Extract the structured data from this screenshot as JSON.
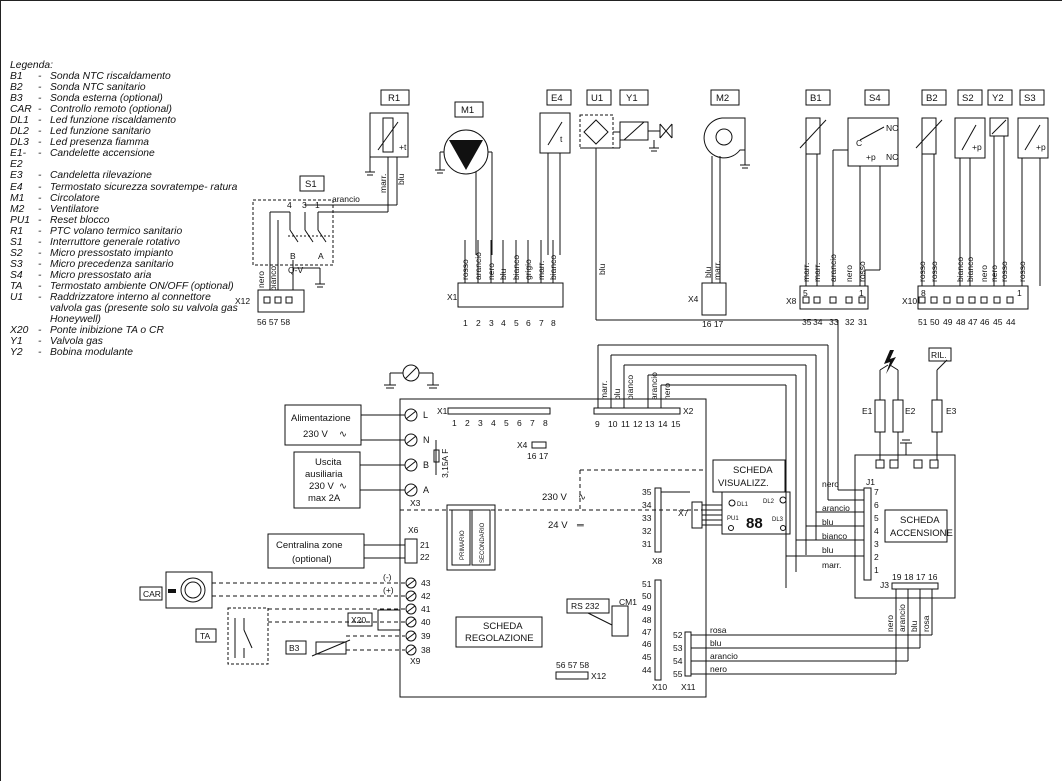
{
  "legend": {
    "title": "Legenda:",
    "items": [
      {
        "code": "B1",
        "desc": "Sonda NTC riscaldamento"
      },
      {
        "code": "B2",
        "desc": "Sonda NTC sanitario"
      },
      {
        "code": "B3",
        "desc": "Sonda esterna (optional)"
      },
      {
        "code": "CAR",
        "desc": "Controllo remoto (optional)"
      },
      {
        "code": "DL1",
        "desc": "Led funzione riscaldamento"
      },
      {
        "code": "DL2",
        "desc": "Led funzione sanitario"
      },
      {
        "code": "DL3",
        "desc": "Led presenza fiamma"
      },
      {
        "code": "E1-E2",
        "desc": "Candelette accensione"
      },
      {
        "code": "E3",
        "desc": "Candeletta rilevazione"
      },
      {
        "code": "E4",
        "desc": "Termostato sicurezza sovratempe- ratura"
      },
      {
        "code": "M1",
        "desc": "Circolatore"
      },
      {
        "code": "M2",
        "desc": "Ventilatore"
      },
      {
        "code": "PU1",
        "desc": "Reset blocco"
      },
      {
        "code": "R1",
        "desc": "PTC volano termico sanitario"
      },
      {
        "code": "S1",
        "desc": "Interruttore generale rotativo"
      },
      {
        "code": "S2",
        "desc": "Micro pressostato impianto"
      },
      {
        "code": "S3",
        "desc": "Micro precedenza sanitario"
      },
      {
        "code": "S4",
        "desc": "Micro pressostato aria"
      },
      {
        "code": "TA",
        "desc": "Termostato ambiente ON/OFF (optional)"
      },
      {
        "code": "U1",
        "desc": "Raddrizzatore interno al connettore valvola gas (presente solo su valvola gas Honeywell)"
      },
      {
        "code": "X20",
        "desc": "Ponte inibizione TA o CR"
      },
      {
        "code": "Y1",
        "desc": "Valvola gas"
      },
      {
        "code": "Y2",
        "desc": "Bobina modulante"
      }
    ]
  },
  "components": {
    "R1": "R1",
    "M1": "M1",
    "E4": "E4",
    "U1": "U1",
    "Y1": "Y1",
    "M2": "M2",
    "B1": "B1",
    "S4": "S4",
    "B2": "B2",
    "S2": "S2",
    "Y2": "Y2",
    "S3": "S3",
    "S1": "S1",
    "CAR": "CAR",
    "TA": "TA",
    "B3": "B3",
    "X20": "X20",
    "RIL": "RIL.",
    "E1": "E1",
    "E2": "E2",
    "E3": "E3",
    "RS232": "RS 232",
    "CM1": "CM1"
  },
  "connectors": {
    "X12": "X12",
    "X1": "X1",
    "X4": "X4",
    "X8": "X8",
    "X10": "X10",
    "X2": "X2",
    "X3": "X3",
    "X6": "X6",
    "X7": "X7",
    "X9": "X9",
    "X11": "X11",
    "J1": "J1",
    "J3": "J3",
    "x12_pins": "56 57 58",
    "x1_pins": [
      "1",
      "2",
      "3",
      "4",
      "5",
      "6",
      "7",
      "8"
    ],
    "x4_pins": "16 17",
    "x8_pins": [
      "35",
      "34",
      "33",
      "32",
      "31"
    ],
    "x10_pins": [
      "51",
      "50",
      "49",
      "48",
      "47",
      "46",
      "45",
      "44"
    ],
    "x2_pins": [
      "9",
      "10",
      "11",
      "12",
      "13",
      "14",
      "15"
    ],
    "x3_pins": [
      "L",
      "N",
      "B",
      "A"
    ],
    "x6_pins": [
      "21",
      "22"
    ],
    "x9_pins": [
      "43",
      "42",
      "41",
      "40",
      "39",
      "38"
    ],
    "x8b_pins": [
      "35",
      "34",
      "33",
      "32",
      "31"
    ],
    "x10b_pins": [
      "51",
      "50",
      "49",
      "48",
      "47",
      "46",
      "45",
      "44"
    ],
    "x11_pins": [
      "52",
      "53",
      "54",
      "55"
    ],
    "j1_pins": [
      "7",
      "6",
      "5",
      "4",
      "3",
      "2",
      "1"
    ],
    "j3_pins": [
      "19",
      "18",
      "17",
      "16"
    ],
    "x1b_pins": [
      "1",
      "2",
      "3",
      "4",
      "5",
      "6",
      "7",
      "8"
    ],
    "x4b_pins": "16 17",
    "x12b_pins": "56 57 58",
    "x8_marks": [
      "5",
      "1"
    ],
    "x10_marks": [
      "8",
      "1"
    ]
  },
  "wires": {
    "x12": [
      "nero",
      "bianco"
    ],
    "r1": [
      "marr.",
      "blu"
    ],
    "s1_out": "arancio",
    "x1": [
      "rosso",
      "arancio",
      "nero",
      "blu",
      "bianco",
      "grigio",
      "marr.",
      "bianco"
    ],
    "u1": "blu",
    "x4": [
      "blu",
      "marr."
    ],
    "x8": [
      "marr.",
      "marr.",
      "arancio",
      "nero",
      "rosso"
    ],
    "x10": [
      "rosso",
      "rosso",
      "bianco",
      "bianco",
      "nero",
      "nero",
      "rosso",
      "rosso"
    ],
    "x2": [
      "marr.",
      "blu",
      "bianco",
      "arancio",
      "nero"
    ],
    "j1": [
      "nero",
      "arancio",
      "blu",
      "bianco",
      "blu",
      "marr."
    ],
    "j3": [
      "nero",
      "arancio",
      "blu",
      "rosa"
    ],
    "x11": [
      "rosa",
      "blu",
      "arancio",
      "nero"
    ]
  },
  "labels": {
    "alimentazione_1": "Alimentazione",
    "alimentazione_2": "230 V",
    "uscita_1": "Uscita",
    "uscita_2": "ausiliaria",
    "uscita_3": "230 V",
    "uscita_4": "max 2A",
    "centralina_1": "Centralina zone",
    "centralina_2": "(optional)",
    "fuse": "3,15A F",
    "v230": "230 V",
    "v24": "24 V",
    "scheda_visualizz_1": "SCHEDA",
    "scheda_visualizz_2": "VISUALIZZ.",
    "scheda_accensione_1": "SCHEDA",
    "scheda_accensione_2": "ACCENSIONE",
    "scheda_regolazione_1": "SCHEDA",
    "scheda_regolazione_2": "REGOLAZIONE",
    "primario": "PRIMARIO",
    "secondario": "SECONDARIO",
    "dl1": "DL1",
    "dl2": "DL2",
    "dl3": "DL3",
    "pu1": "PU1",
    "display": "88",
    "s1_pins": [
      "4",
      "3",
      "1"
    ],
    "s1_ba": [
      "B",
      "A"
    ],
    "x12_sub": "Q-V",
    "s4_pins": [
      "NO",
      "C",
      "NC"
    ],
    "minus": "(-)",
    "plus": "(+)"
  }
}
